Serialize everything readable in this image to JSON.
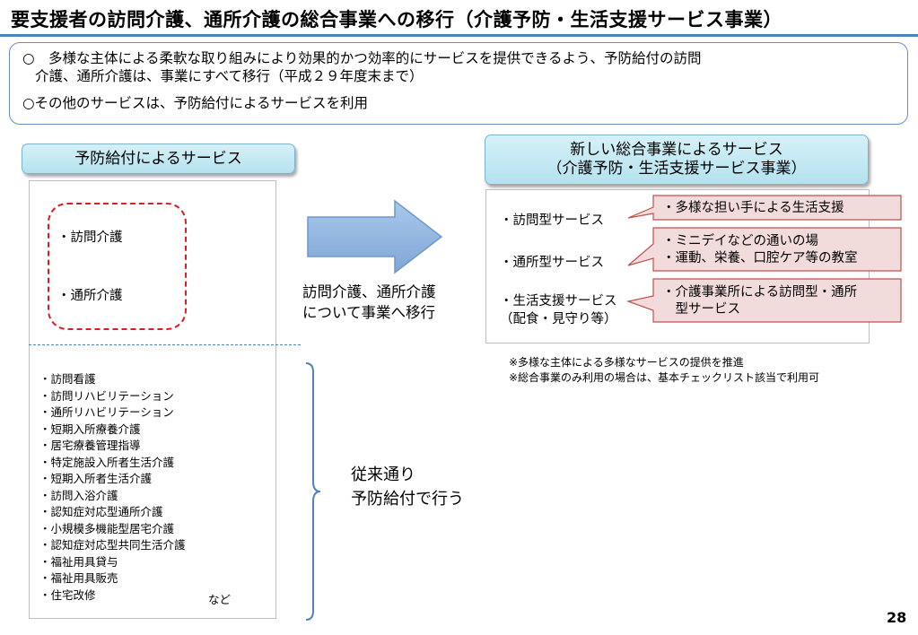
{
  "title": "要支援者の訪問介護、通所介護の総合事業への移行（介護予防・生活支援サービス事業）",
  "summary": {
    "line1a": "○　多様な主体による柔軟な取り組みにより効果的かつ効率的にサービスを提供できるよう、予防給付の訪問",
    "line1b": "介護、通所介護は、事業にすべて移行（平成２９年度末まで）",
    "line2": "○その他のサービスは、予防給付によるサービスを利用"
  },
  "left": {
    "header": "予防給付によるサービス",
    "migrating_items": [
      "・訪問介護",
      "・通所介護"
    ],
    "remaining_items": [
      "・訪問看護",
      "・訪問リハビリテーション",
      "・通所リハビリテーション",
      "・短期入所療養介護",
      "・居宅療養管理指導",
      "・特定施設入所者生活介護",
      "・短期入所者生活介護",
      "・訪問入浴介護",
      "・認知症対応型通所介護",
      "・小規模多機能型居宅介護",
      "・認知症対応型共同生活介護",
      "・福祉用具貸与",
      "・福祉用具販売",
      "・住宅改修"
    ],
    "etc": "など"
  },
  "middle": {
    "migrate_line1": "訪問介護、通所介護",
    "migrate_line2": "について事業へ移行",
    "traditional_line1": "従来通り",
    "traditional_line2": "予防給付で行う"
  },
  "right": {
    "header_line1": "新しい総合事業によるサービス",
    "header_line2": "（介護予防・生活支援サービス事業）",
    "services": [
      {
        "line1": "・訪問型サービス",
        "line2": ""
      },
      {
        "line1": "・通所型サービス",
        "line2": ""
      },
      {
        "line1": "・生活支援サービス",
        "line2": "（配食・見守り等）"
      }
    ],
    "callouts": [
      {
        "line1": "・多様な担い手による生活支援",
        "line2": ""
      },
      {
        "line1": "・ミニデイなどの通いの場",
        "line2": "・運動、栄養、口腔ケア等の教室"
      },
      {
        "line1": "・介護事業所による訪問型・通所",
        "line2": "　型サービス"
      }
    ],
    "note1": "※多様な主体による多様なサービスの提供を推進",
    "note2": "※総合事業のみ利用の場合は、基本チェックリスト該当で利用可"
  },
  "page_number": "28",
  "colors": {
    "title_rule": "#4f81bd",
    "header_fill": "#b4e2ef",
    "dashed_box": "#d62020",
    "arrow_fill": "#8eb4e3",
    "callout_fill": "#f2dcdb",
    "callout_border": "#c0504d",
    "brace": "#4f81bd"
  }
}
